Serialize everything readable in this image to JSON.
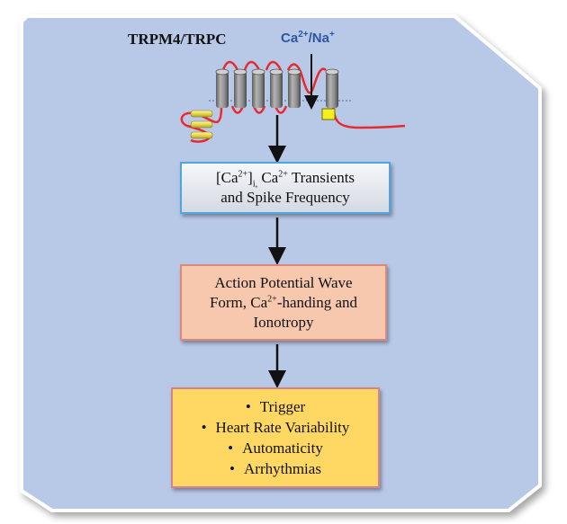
{
  "channel": {
    "name": "TRPM4/TRPC",
    "ion": {
      "ca": "Ca",
      "ca_sup": "2+",
      "sep": "/",
      "na": "Na",
      "na_sup": "+"
    }
  },
  "box1": {
    "line1": {
      "a": "[Ca",
      "a_sup": "2+",
      "a_close": "]",
      "sub": "i,",
      "b": " Ca",
      "b_sup": "2+",
      "b_rest": " Transients"
    },
    "line2": "and Spike Frequency"
  },
  "box2": {
    "line1": "Action Potential Wave",
    "line2": {
      "a": "Form, Ca",
      "sup": "2+",
      "b": "-handing and"
    },
    "line3": "Ionotropy"
  },
  "box3": {
    "items": [
      "Trigger",
      "Heart Rate Variability",
      "Automaticity",
      "Arrhythmias"
    ]
  },
  "colors": {
    "panel_fill": "#b8c9e8",
    "channel_grey": "#8a8a8a",
    "loop_red": "#e8292e",
    "yellow_domain": "#ffef6a",
    "ion_blue": "#2f55a0"
  }
}
